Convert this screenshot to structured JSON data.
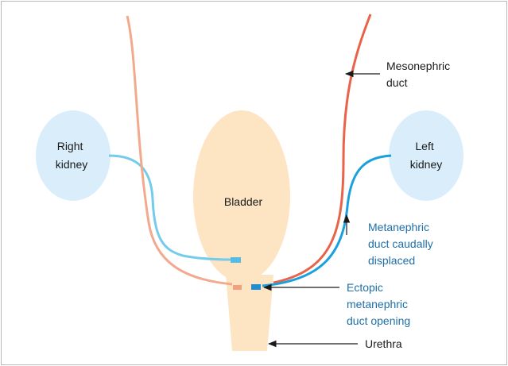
{
  "diagram": {
    "labels": {
      "right_kidney": [
        "Right",
        "kidney"
      ],
      "left_kidney": [
        "Left",
        "kidney"
      ],
      "bladder": "Bladder",
      "mesonephric_duct": [
        "Mesonephric",
        "duct"
      ],
      "metanephric_displaced": [
        "Metanephric",
        "duct caudally",
        "displaced"
      ],
      "ectopic_opening": [
        "Ectopic",
        "metanephric",
        "duct opening"
      ],
      "urethra": "Urethra"
    },
    "colors": {
      "kidney_fill": "#d9eefa",
      "bladder_fill": "#fde5c4",
      "urethra_fill": "#fde5c4",
      "frame": "#b9b9b9",
      "mesonephric_right": "#f2a98d",
      "mesonephric_left": "#e8634a",
      "metanephric_right": "#74cbec",
      "metanephric_left": "#1aa0dc",
      "orifice_right_meso": "#f2a07f",
      "orifice_ectopic": "#1f8fd0",
      "orifice_normal": "#53bde6",
      "label_dark": "#1a1a1a",
      "label_blue": "#1e6fa8",
      "arrow": "#1a1a1a"
    }
  }
}
